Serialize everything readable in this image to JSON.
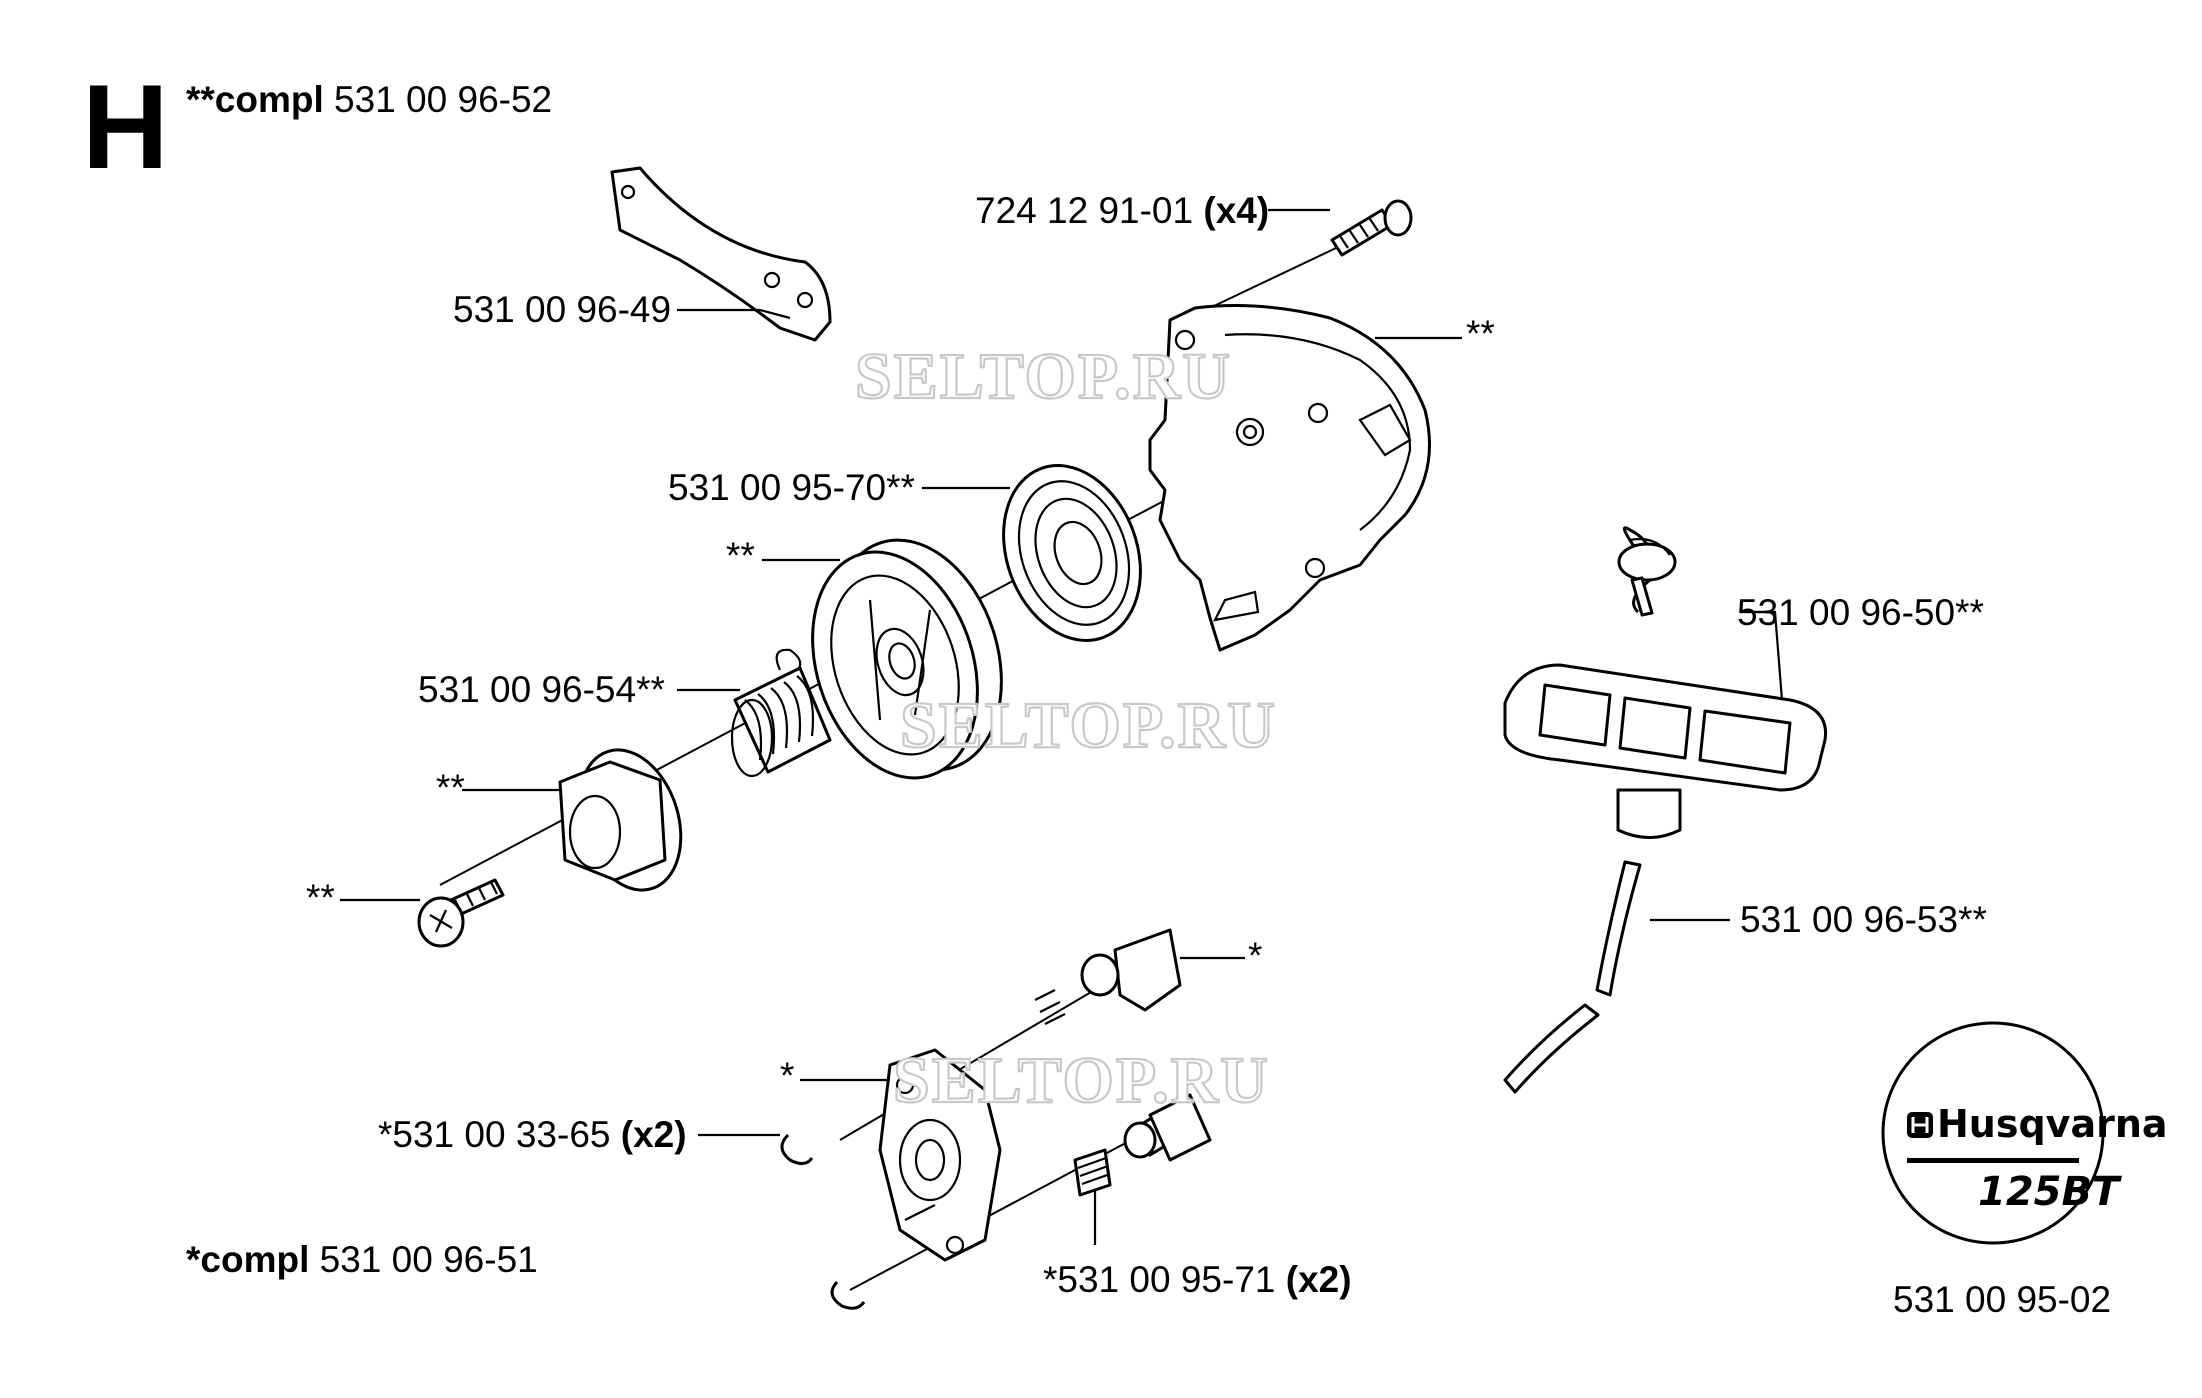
{
  "section_letter": "H",
  "assemblies": {
    "starter": {
      "prefix": "**compl",
      "part_no": "531 00 96-52"
    },
    "pawl": {
      "prefix": "*compl",
      "part_no": "531 00 96-51"
    }
  },
  "callouts": {
    "bolt_top": {
      "part_no": "724 12 91-01",
      "qty": "(x4)"
    },
    "bracket": {
      "part_no": "531 00 96-49"
    },
    "starter_housing": {
      "text": "**"
    },
    "recoil_spring": {
      "part_no": "531 00 95-70**"
    },
    "pulley": {
      "text": "**"
    },
    "coil_spring": {
      "part_no": "531 00 96-54**"
    },
    "pawl_carrier": {
      "text": "**"
    },
    "carrier_screw": {
      "text": "**"
    },
    "handle": {
      "part_no": "531 00 96-50**"
    },
    "cord": {
      "part_no": "531 00 96-53**"
    },
    "pawl_top": {
      "text": "*"
    },
    "flywheel_carrier": {
      "text": "*"
    },
    "circlip": {
      "part_no": "*531 00 33-65",
      "qty": "(x2)"
    },
    "pawl_spring": {
      "part_no": "*531 00 95-71",
      "qty": "(x2)"
    }
  },
  "badge": {
    "brand": "Husqvarna",
    "model": "125BT",
    "part_no": "531 00 95-02"
  },
  "watermarks": [
    "SELTOP.RU",
    "SELTOP.RU",
    "SELTOP.RU"
  ]
}
